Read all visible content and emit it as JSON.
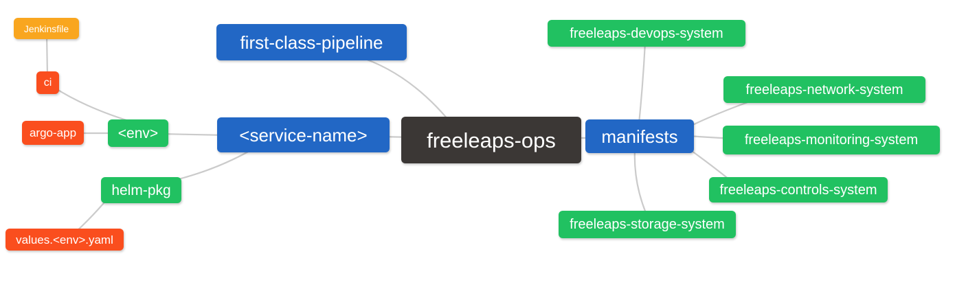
{
  "diagram": {
    "type": "mindmap",
    "background": "#ffffff",
    "edge_color": "#cbcbcb",
    "palette": {
      "root": "#3B3735",
      "level1": "#2267C5",
      "level2": "#21C161",
      "level3": "#FA4E1E",
      "level4": "#F9A61F"
    },
    "nodes": {
      "freeleaps_ops": "freeleaps-ops",
      "first_class_pipeline": "first-class-pipeline",
      "service_name": "<service-name>",
      "manifests": "manifests",
      "env": "<env>",
      "helm_pkg": "helm-pkg",
      "ci": "ci",
      "argo_app": "argo-app",
      "jenkinsfile": "Jenkinsfile",
      "values_env_yaml": "values.<env>.yaml",
      "devops_system": "freeleaps-devops-system",
      "network_system": "freeleaps-network-system",
      "monitoring_system": "freeleaps-monitoring-system",
      "controls_system": "freeleaps-controls-system",
      "storage_system": "freeleaps-storage-system"
    },
    "hierarchy": [
      "freeleaps-ops > first-class-pipeline",
      "freeleaps-ops > <service-name>",
      "freeleaps-ops > manifests",
      "<service-name> > <env>",
      "<service-name> > helm-pkg",
      "<env> > ci",
      "<env> > argo-app",
      "ci > Jenkinsfile",
      "helm-pkg > values.<env>.yaml",
      "manifests > freeleaps-devops-system",
      "manifests > freeleaps-network-system",
      "manifests > freeleaps-monitoring-system",
      "manifests > freeleaps-controls-system",
      "manifests > freeleaps-storage-system"
    ]
  }
}
